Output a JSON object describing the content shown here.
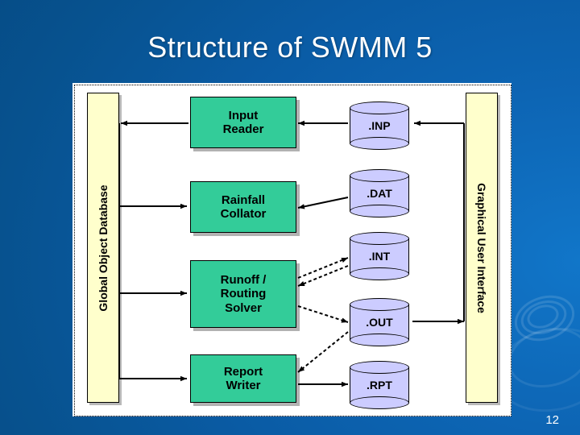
{
  "slide": {
    "title": "Structure of SWMM 5",
    "page_number": "12",
    "background_color": "#0a5fa8",
    "title_color": "#ffffff"
  },
  "diagram": {
    "panel_background": "#ffffff",
    "sidebars": [
      {
        "id": "global-object-database",
        "label": "Global Object Database",
        "color": "#ffffcc"
      },
      {
        "id": "graphical-user-interface",
        "label": "Graphical User Interface",
        "color": "#ffffcc"
      }
    ],
    "processes": [
      {
        "id": "input-reader",
        "label": "Input\nReader",
        "color": "#33cc99"
      },
      {
        "id": "rainfall-collator",
        "label": "Rainfall\nCollator",
        "color": "#33cc99"
      },
      {
        "id": "runoff-routing-solver",
        "label": "Runoff /\nRouting\nSolver",
        "color": "#33cc99"
      },
      {
        "id": "report-writer",
        "label": "Report\nWriter",
        "color": "#33cc99"
      }
    ],
    "files": [
      {
        "id": "inp-file",
        "label": ".INP",
        "color": "#ccccff"
      },
      {
        "id": "dat-file",
        "label": ".DAT",
        "color": "#ccccff"
      },
      {
        "id": "int-file",
        "label": ".INT",
        "color": "#ccccff"
      },
      {
        "id": "out-file",
        "label": ".OUT",
        "color": "#ccccff"
      },
      {
        "id": "rpt-file",
        "label": ".RPT",
        "color": "#ccccff"
      }
    ]
  }
}
